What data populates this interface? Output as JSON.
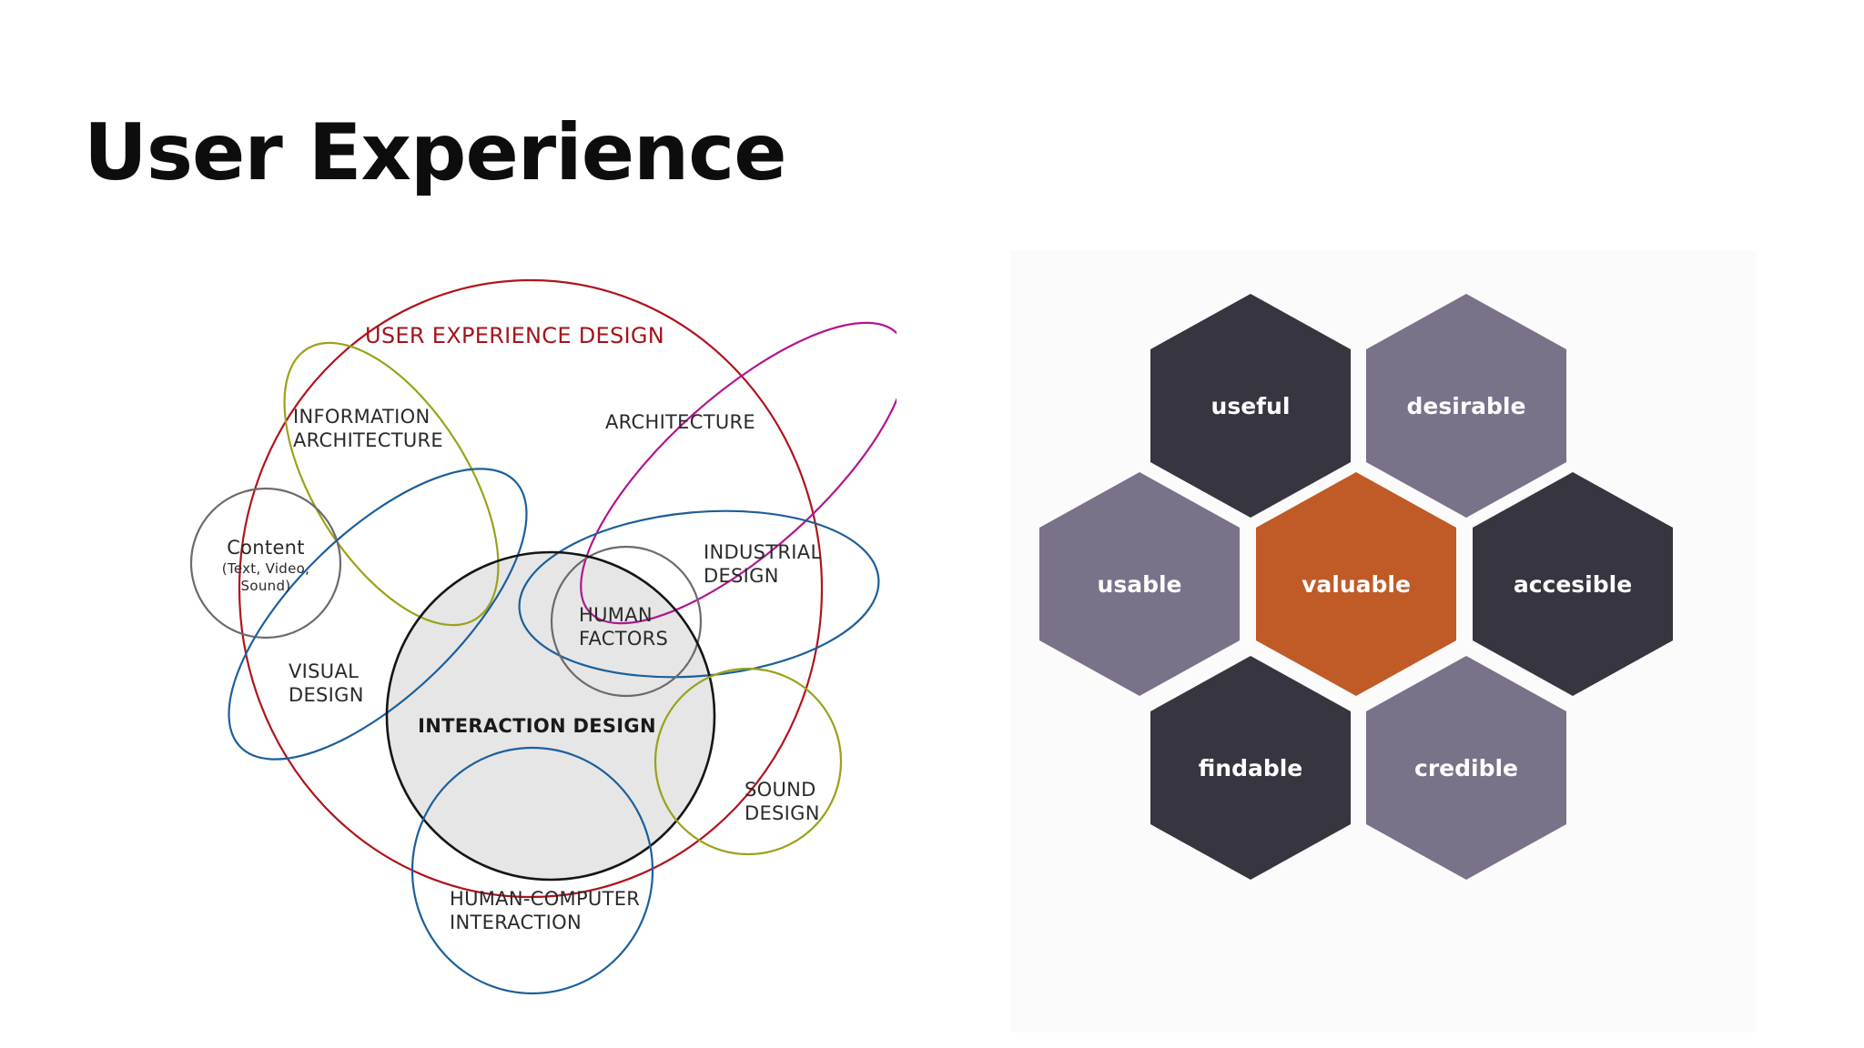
{
  "title": "User Experience",
  "venn": {
    "ux_design": "USER EXPERIENCE DESIGN",
    "info_arch": [
      "INFORMATION",
      "ARCHITECTURE"
    ],
    "architecture": "ARCHITECTURE",
    "content": [
      "Content",
      "(Text, Video,",
      "Sound)"
    ],
    "industrial": [
      "INDUSTRIAL",
      "DESIGN"
    ],
    "human_factors": [
      "HUMAN",
      "FACTORS"
    ],
    "visual": [
      "VISUAL",
      "DESIGN"
    ],
    "interaction": "INTERACTION DESIGN",
    "sound": [
      "SOUND",
      "DESIGN"
    ],
    "hci": [
      "HUMAN-COMPUTER",
      "INTERACTION"
    ],
    "colors": {
      "ux": "#b0141c",
      "info_arch": "#9aa21a",
      "architecture": "#b0168f",
      "content": "#6b6b6b",
      "visual": "#1c5f9a",
      "industrial": "#1c5f9a",
      "human_factors": "#6b6b6b",
      "interaction": "#151515",
      "interaction_fill": "#e6e6e6",
      "sound": "#9aa21a",
      "hci": "#1c5f9a"
    }
  },
  "honeycomb": {
    "hexes": [
      {
        "label": "useful",
        "color": "#37353f"
      },
      {
        "label": "desirable",
        "color": "#7a7288"
      },
      {
        "label": "usable",
        "color": "#7a7288"
      },
      {
        "label": "valuable",
        "color": "#c05a27"
      },
      {
        "label": "accesible",
        "color": "#37353f"
      },
      {
        "label": "findable",
        "color": "#37353f"
      },
      {
        "label": "credible",
        "color": "#7a7288"
      }
    ]
  }
}
